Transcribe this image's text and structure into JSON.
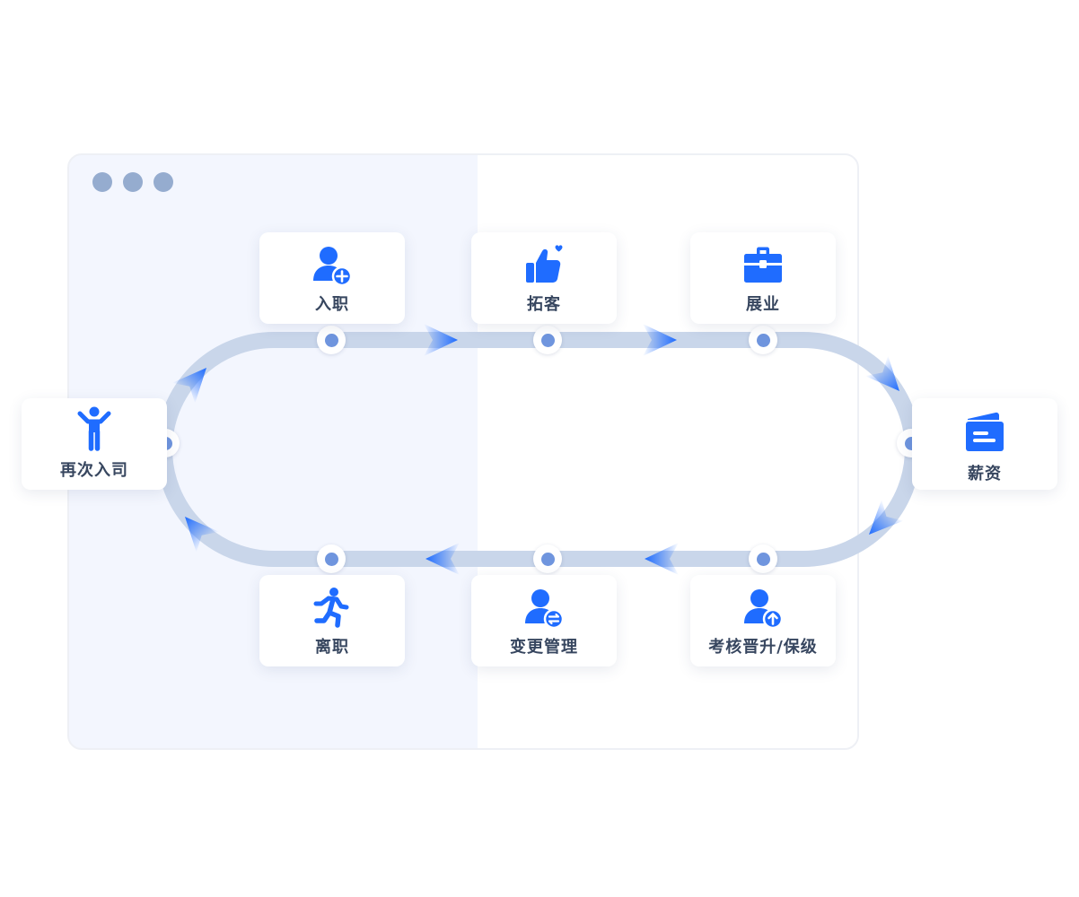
{
  "window": {
    "dots": [
      "dot-1",
      "dot-2",
      "dot-3"
    ]
  },
  "steps": {
    "onboard": {
      "label": "入职",
      "icon": "user-add-icon"
    },
    "prospect": {
      "label": "拓客",
      "icon": "thumbs-up-icon"
    },
    "business": {
      "label": "展业",
      "icon": "briefcase-icon"
    },
    "salary": {
      "label": "薪资",
      "icon": "wallet-icon"
    },
    "review": {
      "label": "考核晋升/保级",
      "icon": "user-upgrade-icon"
    },
    "change": {
      "label": "变更管理",
      "icon": "user-transfer-icon"
    },
    "leave": {
      "label": "离职",
      "icon": "running-person-icon"
    },
    "rejoin": {
      "label": "再次入司",
      "icon": "person-arms-up-icon"
    }
  },
  "colors": {
    "accent": "#1f6cff",
    "track": "#c9d6ea",
    "node": "#6f95de",
    "label": "#37465f",
    "window_tint": "#f3f6fe",
    "traffic_dot": "#95accf"
  }
}
